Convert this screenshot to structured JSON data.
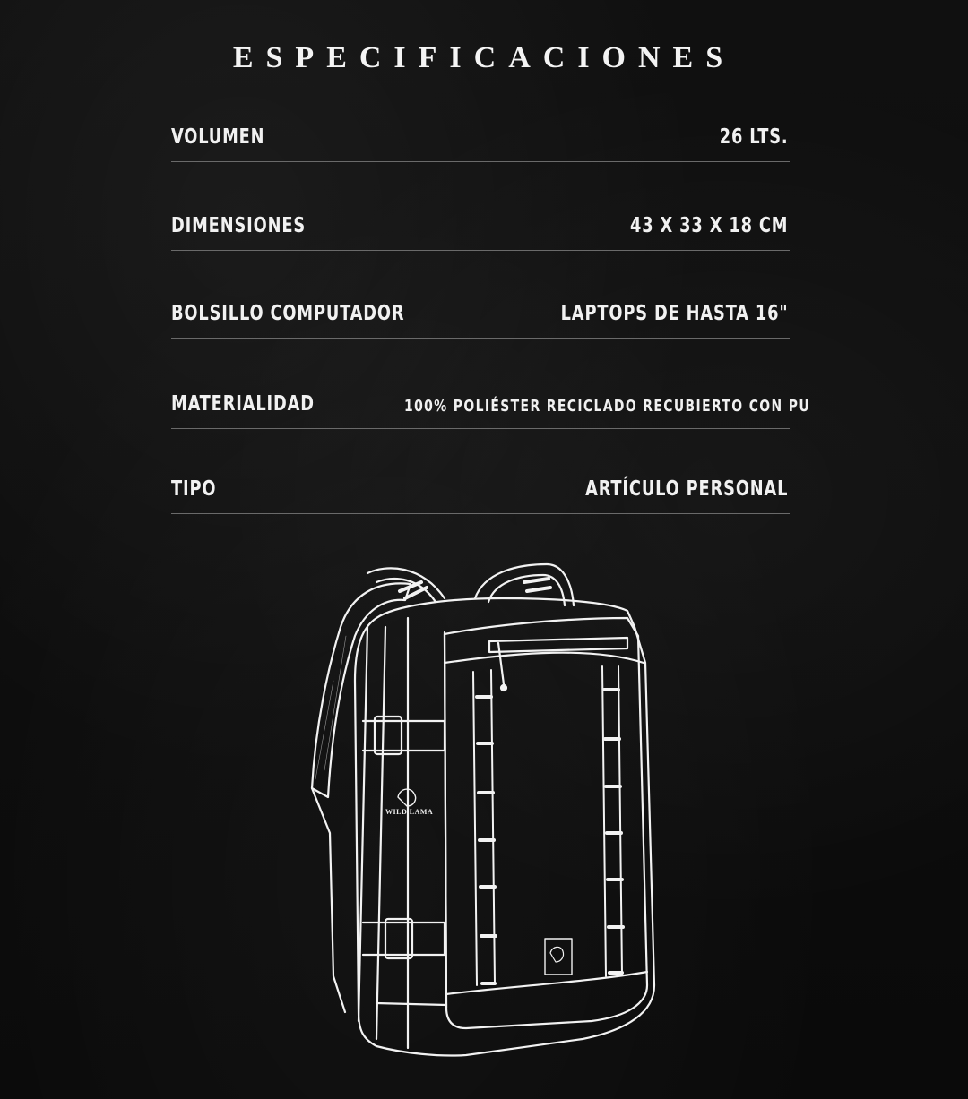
{
  "title": "ESPECIFICACIONES",
  "specs": [
    {
      "label": "VOLUMEN",
      "value": "26 LTS."
    },
    {
      "label": "DIMENSIONES",
      "value": "43 X 33 X 18 CM"
    },
    {
      "label": "BOLSILLO COMPUTADOR",
      "value": "LAPTOPS DE HASTA 16\""
    },
    {
      "label": "MATERIALIDAD",
      "value": "100% POLIÉSTER RECICLADO RECUBIERTO CON PU"
    },
    {
      "label": "TIPO",
      "value": "ARTÍCULO PERSONAL"
    }
  ],
  "illustration": {
    "icon": "backpack-line-drawing",
    "logo_text": "WILD LAMA",
    "colors": {
      "background": "#0b0b0b",
      "line": "#f2f2f2"
    }
  }
}
